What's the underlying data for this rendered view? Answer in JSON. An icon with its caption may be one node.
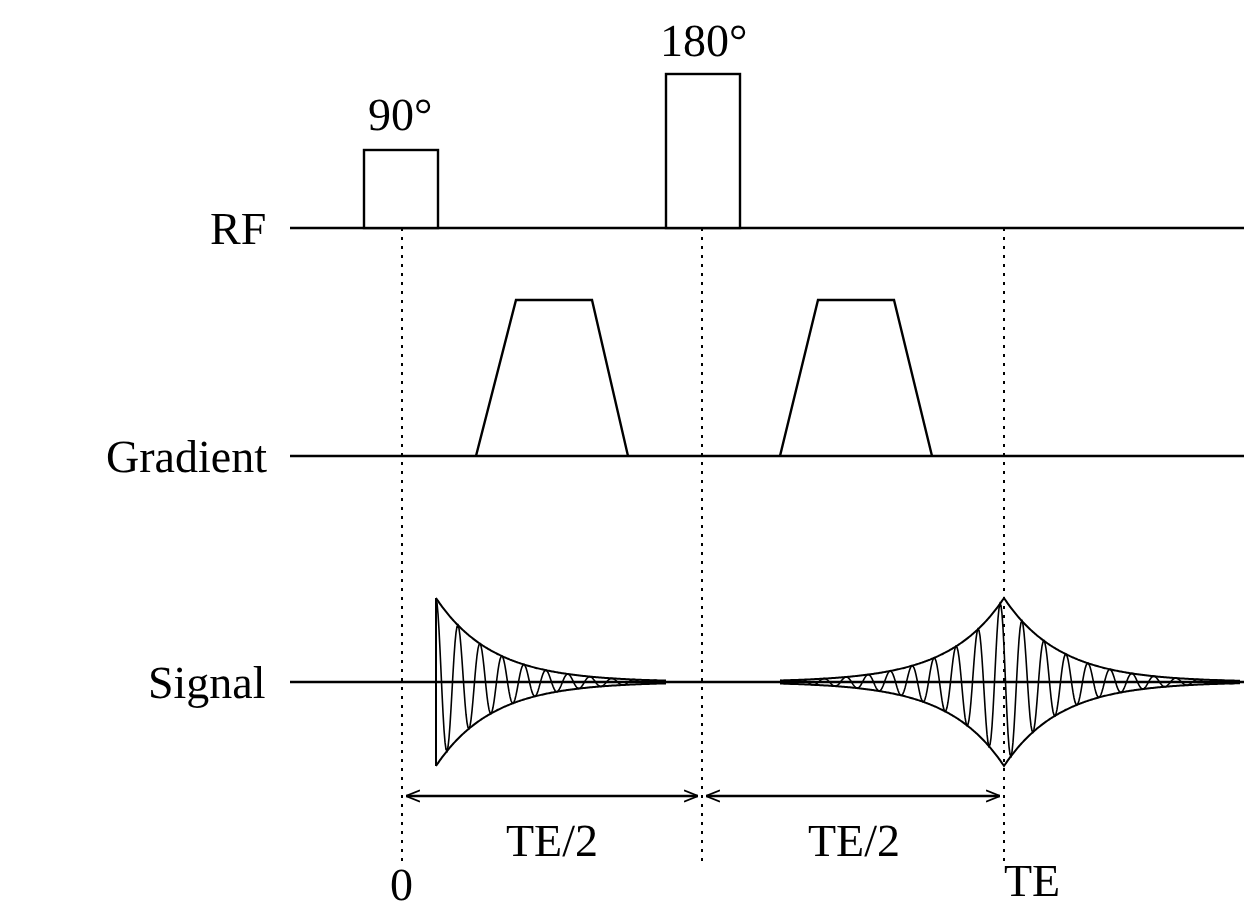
{
  "diagram": {
    "labels": [
      "180°",
      "90°",
      "RF",
      "Gradient",
      "Signal",
      "TE/2",
      "TE/2",
      "0",
      "TE"
    ]
  }
}
